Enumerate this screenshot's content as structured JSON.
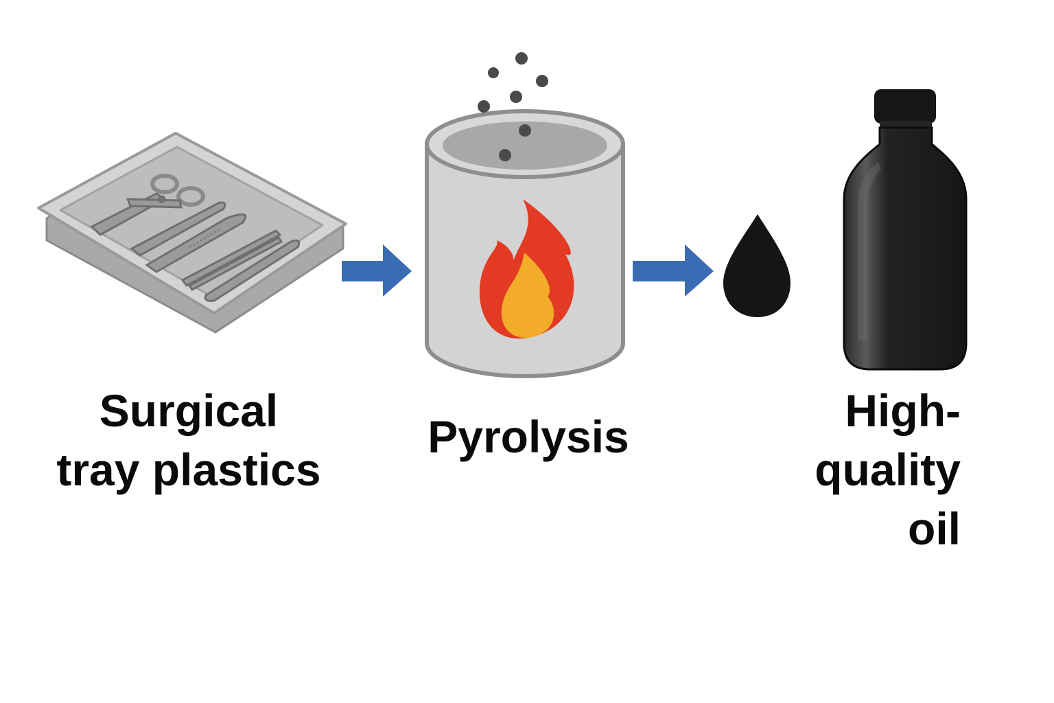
{
  "diagram": {
    "steps": [
      {
        "id": "input",
        "label_lines": [
          "Surgical",
          "tray plastics"
        ],
        "icon": "surgical-tray-icon"
      },
      {
        "id": "process",
        "label_lines": [
          "Pyrolysis"
        ],
        "icon": "pyrolysis-reactor-icon"
      },
      {
        "id": "output",
        "label_lines": [
          "High-",
          "quality",
          "oil"
        ],
        "icon": "oil-bottle-icon"
      }
    ],
    "connectors": [
      {
        "from": "input",
        "to": "process",
        "icon": "arrow-right-icon"
      },
      {
        "from": "process",
        "to": "output",
        "icon": "arrow-right-icon"
      }
    ],
    "colors": {
      "arrow": "#3a6cb4",
      "flame_outer": "#e23a23",
      "flame_inner": "#f2ac2a",
      "reactor_body": "#d3d3d3",
      "reactor_outline": "#8e8e8e",
      "oil": "#151515",
      "tray": "#c8c8c8",
      "instrument": "#8a8a8a"
    }
  }
}
